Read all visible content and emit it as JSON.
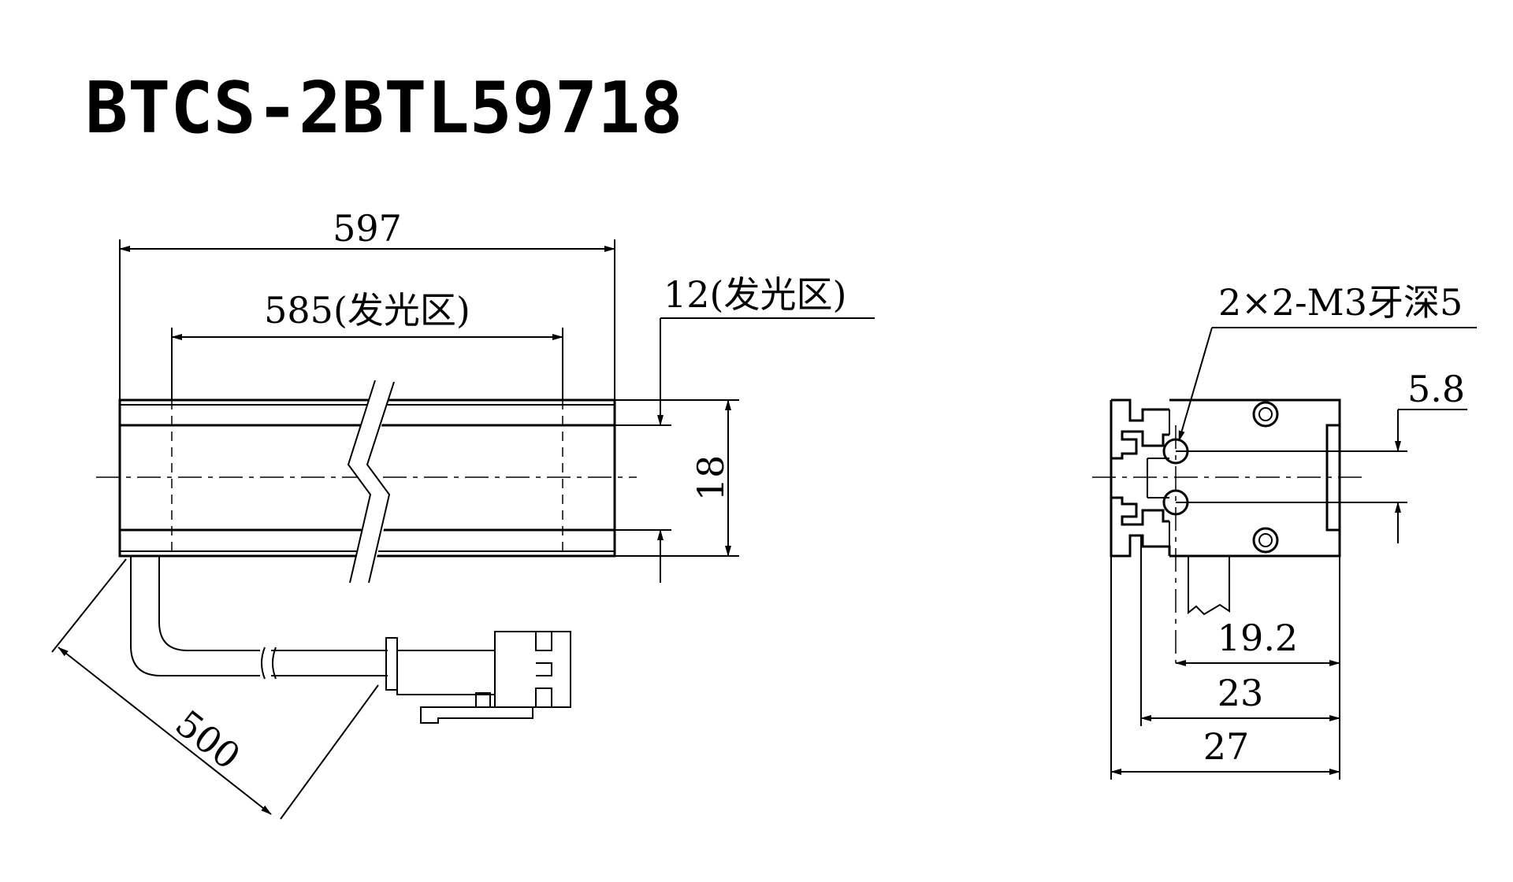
{
  "title": "BTCS-2BTL59718",
  "side_view": {
    "overall_length": "597",
    "emitting_length": "585(发光区)",
    "emitting_width": "12(发光区)",
    "height": "18",
    "cable_length": "500"
  },
  "end_view": {
    "thread_note": "2×2-M3牙深5",
    "hole_offset": "5.8",
    "width_a": "19.2",
    "width_b": "23",
    "width_c": "27"
  }
}
